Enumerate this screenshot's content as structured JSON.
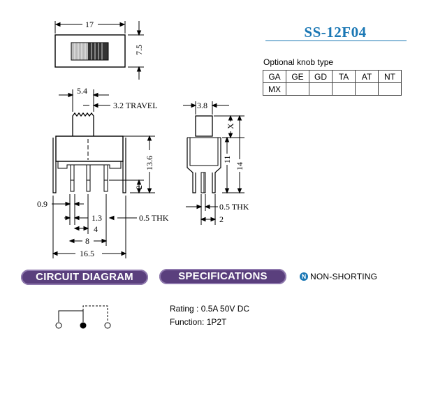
{
  "model": "SS-12F04",
  "optional_knob_label": "Optional knob type",
  "knob_types": [
    [
      "GA",
      "GE",
      "GD",
      "TA",
      "AT",
      "NT"
    ],
    [
      "MX",
      "",
      "",
      "",
      "",
      ""
    ]
  ],
  "dimensions": {
    "top_width": "17",
    "top_height": "7.5",
    "knob_width": "5.4",
    "travel": "3.2 TRAVEL",
    "body_height": "13.6",
    "pin_length": "2",
    "pin_offset": "0.9",
    "pin_spacing": "1.3",
    "pin_pitch": "4",
    "outer_pitch": "8",
    "overall_width": "16.5",
    "thickness_front": "0.5 THK",
    "side_knob": "3.8",
    "side_x": "X",
    "side_11": "11",
    "side_14": "14",
    "side_thk": "0.5 THK",
    "side_2": "2"
  },
  "sections": {
    "circuit": "CIRCUIT DIAGRAM",
    "specs": "SPECIFICATIONS",
    "non_shorting_icon": "N",
    "non_shorting": "NON-SHORTING"
  },
  "specifications": {
    "rating": "Rating : 0.5A 50V DC",
    "function": "Function: 1P2T"
  },
  "colors": {
    "title": "#1a77b4",
    "pill": "#5a3f7d"
  }
}
